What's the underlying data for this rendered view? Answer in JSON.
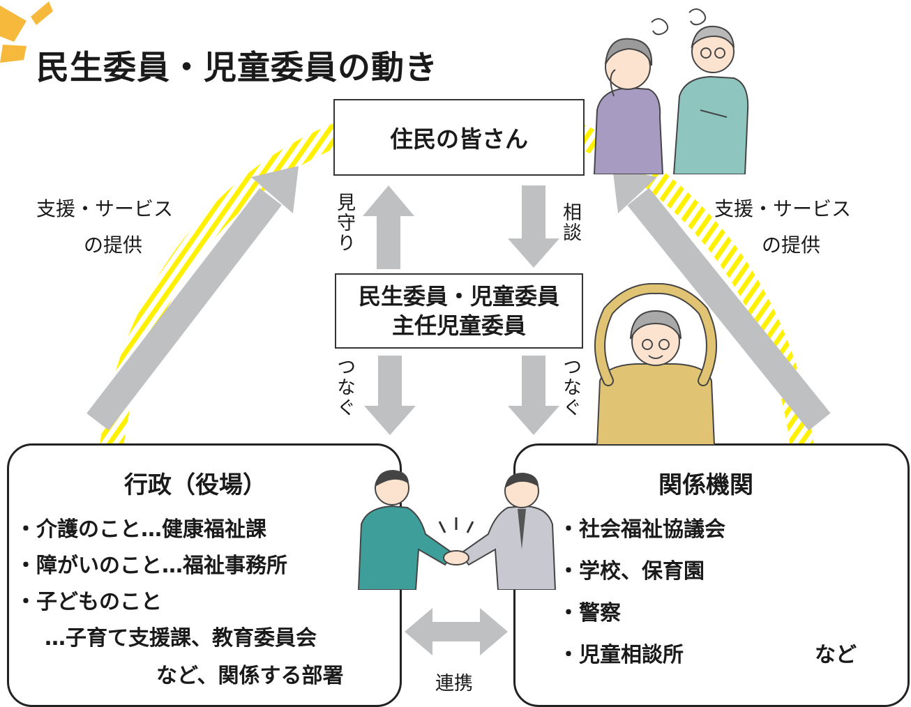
{
  "title": "民生委員・児童委員の動き",
  "residents": "住民の皆さん",
  "committee": {
    "line1": "民生委員・児童委員",
    "line2": "主任児童委員"
  },
  "labels": {
    "service_left_1": "支援・サービス",
    "service_left_2": "の提供",
    "service_right_1": "支援・サービス",
    "service_right_2": "の提供",
    "watch": "見守り",
    "consult": "相談",
    "connect_left": "つなぐ",
    "connect_right": "つなぐ",
    "cooperation": "連携"
  },
  "government": {
    "heading": "行政（役場）",
    "items": [
      "・介護のこと…健康福祉課",
      "・障がいのこと…福祉事務所",
      "・子どものこと",
      "…子育て支援課、教育委員会",
      "など、関係する部署"
    ]
  },
  "agencies": {
    "heading": "関係機関",
    "items": [
      "・社会福祉協議会",
      "・学校、保育園",
      "・警察",
      "・児童相談所"
    ],
    "suffix": "など"
  },
  "colors": {
    "arrow_gray": "#bfc0c2",
    "highlight_yellow": "#fff100",
    "accent_orange": "#f7b731"
  }
}
